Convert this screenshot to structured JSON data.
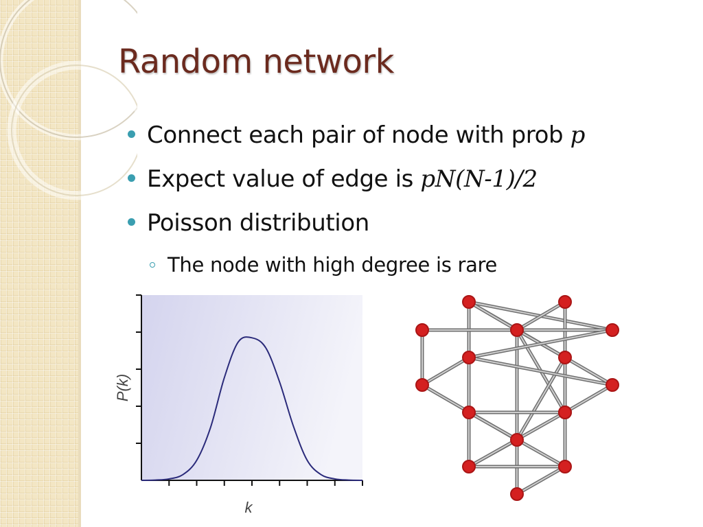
{
  "slide": {
    "title": "Random network",
    "bullets": [
      {
        "text": "Connect each pair of node with prob ",
        "math": "p"
      },
      {
        "text": "Expect value of edge is ",
        "math": "pN(N-1)/2"
      },
      {
        "text": "Poisson distribution",
        "math": ""
      }
    ],
    "sub_bullets": [
      {
        "text": "The node with high degree is rare"
      }
    ]
  },
  "chart_data": {
    "type": "line",
    "title": "",
    "xlabel": "k",
    "ylabel": "P(k)",
    "x": [
      0,
      0.5,
      1,
      1.5,
      2,
      2.5,
      3,
      3.5,
      4,
      4.5,
      5,
      5.5,
      6,
      6.5,
      7,
      7.5,
      8
    ],
    "series": [
      {
        "values": [
          0.0,
          0.002,
          0.01,
          0.04,
          0.14,
          0.37,
          0.72,
          0.97,
          1.0,
          0.93,
          0.69,
          0.38,
          0.14,
          0.04,
          0.01,
          0.002,
          0.0
        ]
      }
    ],
    "xlim": [
      0,
      8
    ],
    "ylim": [
      0,
      1.3
    ],
    "grid": false,
    "colors": {
      "line": "#2a2a7a",
      "background": "#dcdcf0"
    }
  },
  "network": {
    "nodes": [
      {
        "id": "n1"
      },
      {
        "id": "n2"
      },
      {
        "id": "n3"
      },
      {
        "id": "n4"
      },
      {
        "id": "n5"
      },
      {
        "id": "n6"
      },
      {
        "id": "n7"
      },
      {
        "id": "n8"
      },
      {
        "id": "n9"
      },
      {
        "id": "n10"
      },
      {
        "id": "n11"
      },
      {
        "id": "n12"
      },
      {
        "id": "n13"
      },
      {
        "id": "n14"
      },
      {
        "id": "n15"
      },
      {
        "id": "n16"
      }
    ],
    "edges": [
      [
        "n1",
        "n5"
      ],
      [
        "n1",
        "n9"
      ],
      [
        "n1",
        "n10"
      ],
      [
        "n1",
        "n4"
      ],
      [
        "n2",
        "n4"
      ],
      [
        "n2",
        "n6"
      ],
      [
        "n3",
        "n8"
      ],
      [
        "n3",
        "n5"
      ],
      [
        "n4",
        "n6"
      ],
      [
        "n4",
        "n11"
      ],
      [
        "n4",
        "n12"
      ],
      [
        "n4",
        "n5"
      ],
      [
        "n5",
        "n7"
      ],
      [
        "n6",
        "n11"
      ],
      [
        "n6",
        "n12"
      ],
      [
        "n7",
        "n8"
      ],
      [
        "n7",
        "n9"
      ],
      [
        "n7",
        "n13"
      ],
      [
        "n8",
        "n12"
      ],
      [
        "n9",
        "n11"
      ],
      [
        "n10",
        "n16"
      ],
      [
        "n10",
        "n14"
      ],
      [
        "n11",
        "n16"
      ],
      [
        "n12",
        "n15"
      ],
      [
        "n12",
        "n13"
      ],
      [
        "n13",
        "n16"
      ],
      [
        "n13",
        "n14"
      ],
      [
        "n15",
        "n16"
      ]
    ],
    "colors": {
      "node": "#d42020",
      "node_border": "#aa1515",
      "edge": "#8c8c8c"
    }
  },
  "theme": {
    "title_color": "#6b2a1e",
    "bullet_color": "#3a9eb0"
  }
}
